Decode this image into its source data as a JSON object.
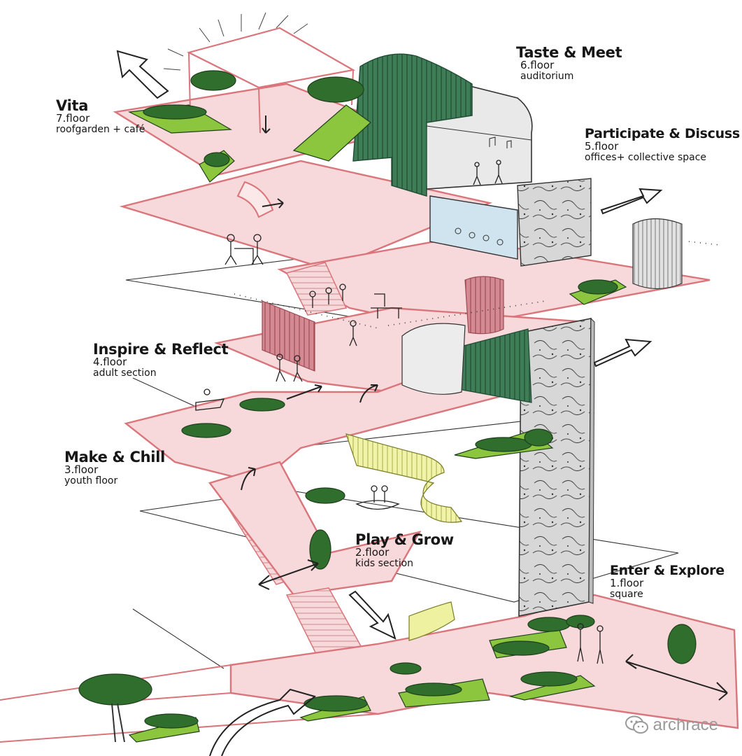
{
  "floors": [
    {
      "title": "Vita",
      "floor": "7.floor",
      "use": "roofgarden + café"
    },
    {
      "title": "Taste & Meet",
      "floor": "6.floor",
      "use": "auditorium"
    },
    {
      "title": "Participate & Discuss",
      "floor": "5.floor",
      "use": "offices+ collective space"
    },
    {
      "title": "Inspire & Reflect",
      "floor": "4.floor",
      "use": "adult  section"
    },
    {
      "title": "Make & Chill",
      "floor": "3.floor",
      "use": "youth floor"
    },
    {
      "title": "Play  & Grow",
      "floor": "2.floor",
      "use": "kids section"
    },
    {
      "title": "Enter & Explore",
      "floor": "1.floor",
      "use": "square"
    }
  ],
  "watermark": {
    "text": "archrace",
    "icon": "wechat-icon"
  },
  "colors": {
    "floor_fill": "#f7d9db",
    "floor_edge": "#d9757b",
    "ink": "#2a2a2a",
    "green_dark": "#2f6e2c",
    "green_light": "#8cc63f",
    "curtain_green": "#3c7a55",
    "curtain_pink": "#c9707a",
    "screen_blue": "#cfe4ef",
    "yellow": "#eef2a0",
    "tower_grey": "#d6d6d6"
  }
}
